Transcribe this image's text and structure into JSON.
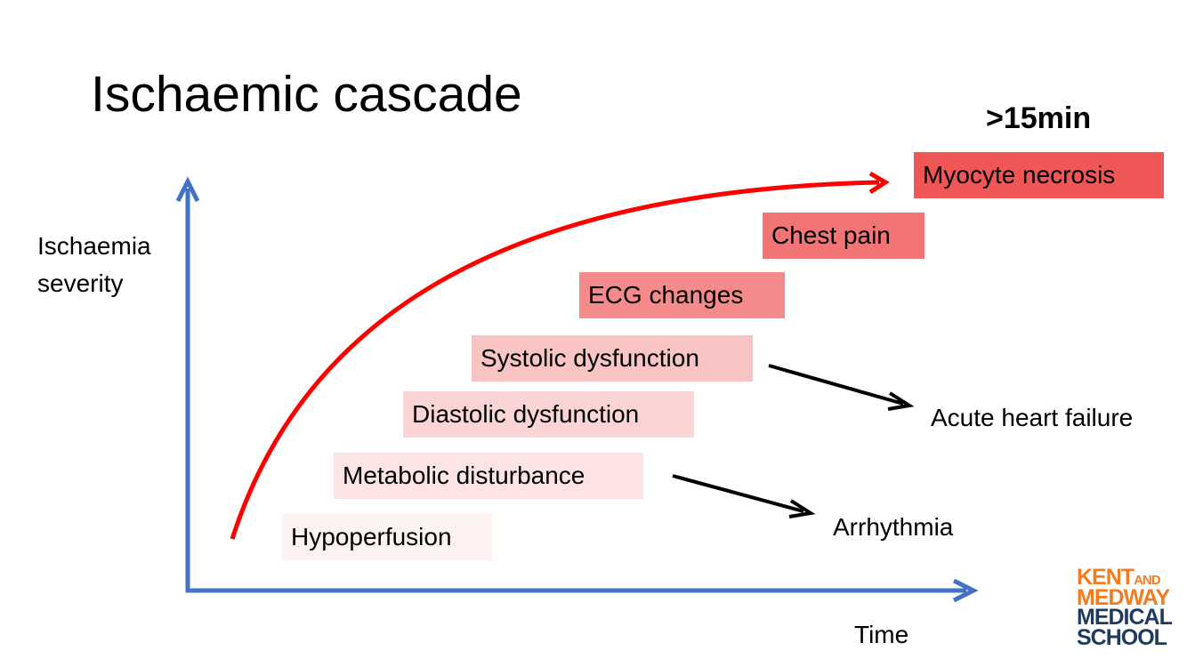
{
  "title": "Ischaemic cascade",
  "time_note": ">15min",
  "axes": {
    "y_label_line1": "Ischaemia",
    "y_label_line2": "severity",
    "x_label": "Time",
    "axis_color": "#4472c4"
  },
  "curve_color": "#ff0000",
  "stages": [
    {
      "label": "Hypoperfusion",
      "color": "#fdf1f1"
    },
    {
      "label": "Metabolic disturbance",
      "color": "#fce4e4"
    },
    {
      "label": "Diastolic dysfunction",
      "color": "#fbd5d5"
    },
    {
      "label": "Systolic dysfunction",
      "color": "#f9c4c4"
    },
    {
      "label": "ECG changes",
      "color": "#f48a8a"
    },
    {
      "label": "Chest pain",
      "color": "#f27474"
    },
    {
      "label": "Myocyte necrosis",
      "color": "#ef5757"
    }
  ],
  "outcomes": {
    "acute_heart_failure": "Acute heart failure",
    "arrhythmia": "Arrhythmia"
  },
  "logo": {
    "line1_main": "KENT",
    "line1_small": "AND",
    "line2": "MEDWAY",
    "line3": "MEDICAL",
    "line4": "SCHOOL"
  }
}
